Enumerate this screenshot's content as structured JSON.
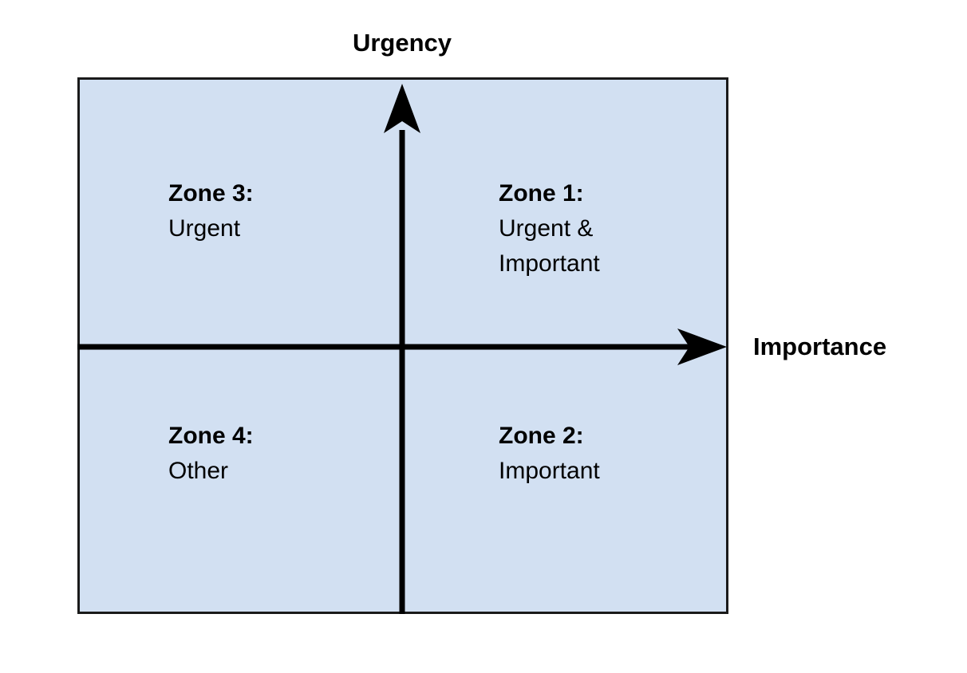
{
  "chart_data": {
    "type": "table",
    "title": "",
    "xlabel": "Importance",
    "ylabel": "Urgency",
    "grid": false,
    "legend": "none",
    "axis_style": "arrow-axes-centered",
    "quadrants": [
      {
        "id": "zone-1",
        "title": "Zone 1:",
        "description": "Urgent & Important",
        "description_lines": [
          "Urgent &",
          "Important"
        ],
        "position": "top-right",
        "urgency": "high",
        "importance": "high"
      },
      {
        "id": "zone-2",
        "title": "Zone 2:",
        "description": "Important",
        "description_lines": [
          "Important"
        ],
        "position": "bottom-right",
        "urgency": "low",
        "importance": "high"
      },
      {
        "id": "zone-3",
        "title": "Zone 3:",
        "description": "Urgent",
        "description_lines": [
          "Urgent"
        ],
        "position": "top-left",
        "urgency": "high",
        "importance": "low"
      },
      {
        "id": "zone-4",
        "title": "Zone 4:",
        "description": "Other",
        "description_lines": [
          "Other"
        ],
        "position": "bottom-left",
        "urgency": "low",
        "importance": "low"
      }
    ]
  },
  "labels": {
    "urgency_axis": "Urgency",
    "importance_axis": "Importance",
    "zone1_title": "Zone 1:",
    "zone1_line1": "Urgent &",
    "zone1_line2": "Important",
    "zone2_title": "Zone 2:",
    "zone2_line1": "Important",
    "zone3_title": "Zone 3:",
    "zone3_line1": "Urgent",
    "zone4_title": "Zone 4:",
    "zone4_line1": "Other"
  },
  "colors": {
    "panel_fill": "#d2e0f2",
    "panel_border": "#1a1a1a",
    "axis_line": "#000000",
    "text": "#000000",
    "background": "#ffffff"
  }
}
